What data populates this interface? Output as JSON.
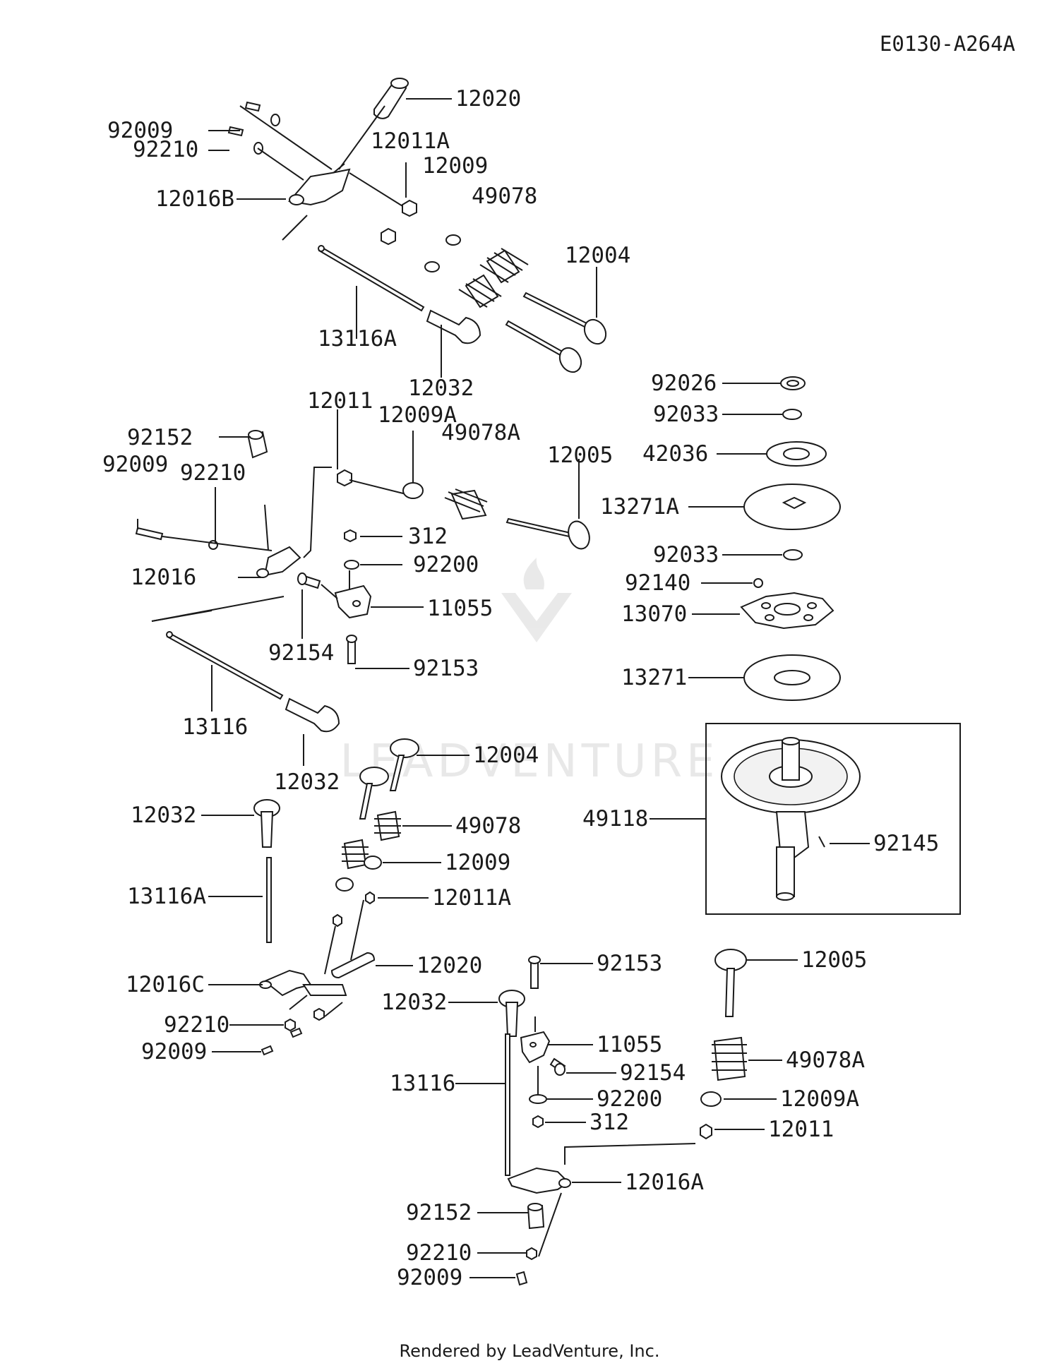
{
  "diagram_ref": "E0130-A264A",
  "footer": "Rendered by LeadVenture, Inc.",
  "watermark": "LEADVENTURE",
  "callouts": [
    {
      "id": "c1",
      "text": "12020"
    },
    {
      "id": "c2",
      "text": "92009"
    },
    {
      "id": "c3",
      "text": "92210"
    },
    {
      "id": "c4",
      "text": "12011A"
    },
    {
      "id": "c5",
      "text": "12009"
    },
    {
      "id": "c6",
      "text": "49078"
    },
    {
      "id": "c7",
      "text": "12016B"
    },
    {
      "id": "c8",
      "text": "12004"
    },
    {
      "id": "c9",
      "text": "13116A"
    },
    {
      "id": "c10",
      "text": "12032"
    },
    {
      "id": "c11",
      "text": "92026"
    },
    {
      "id": "c12",
      "text": "92033"
    },
    {
      "id": "c13",
      "text": "42036"
    },
    {
      "id": "c14",
      "text": "12011"
    },
    {
      "id": "c15",
      "text": "12009A"
    },
    {
      "id": "c16",
      "text": "49078A"
    },
    {
      "id": "c17",
      "text": "12005"
    },
    {
      "id": "c18",
      "text": "92152"
    },
    {
      "id": "c19",
      "text": "92009"
    },
    {
      "id": "c20",
      "text": "92210"
    },
    {
      "id": "c21",
      "text": "13271A"
    },
    {
      "id": "c22",
      "text": "312"
    },
    {
      "id": "c23",
      "text": "92200"
    },
    {
      "id": "c24",
      "text": "92033"
    },
    {
      "id": "c25",
      "text": "12016"
    },
    {
      "id": "c26",
      "text": "92140"
    },
    {
      "id": "c27",
      "text": "11055"
    },
    {
      "id": "c28",
      "text": "13070"
    },
    {
      "id": "c29",
      "text": "92154"
    },
    {
      "id": "c30",
      "text": "92153"
    },
    {
      "id": "c31",
      "text": "13271"
    },
    {
      "id": "c32",
      "text": "13116"
    },
    {
      "id": "c33",
      "text": "12032"
    },
    {
      "id": "c34",
      "text": "12004"
    },
    {
      "id": "c35",
      "text": "49118"
    },
    {
      "id": "c36",
      "text": "12032"
    },
    {
      "id": "c37",
      "text": "49078"
    },
    {
      "id": "c38",
      "text": "92145"
    },
    {
      "id": "c39",
      "text": "12009"
    },
    {
      "id": "c40",
      "text": "13116A"
    },
    {
      "id": "c41",
      "text": "12011A"
    },
    {
      "id": "c42",
      "text": "12020"
    },
    {
      "id": "c43",
      "text": "12016C"
    },
    {
      "id": "c44",
      "text": "92153"
    },
    {
      "id": "c45",
      "text": "12005"
    },
    {
      "id": "c46",
      "text": "92210"
    },
    {
      "id": "c47",
      "text": "12032"
    },
    {
      "id": "c48",
      "text": "92009"
    },
    {
      "id": "c49",
      "text": "11055"
    },
    {
      "id": "c50",
      "text": "13116"
    },
    {
      "id": "c51",
      "text": "92154"
    },
    {
      "id": "c52",
      "text": "49078A"
    },
    {
      "id": "c53",
      "text": "92200"
    },
    {
      "id": "c54",
      "text": "12009A"
    },
    {
      "id": "c55",
      "text": "312"
    },
    {
      "id": "c56",
      "text": "12011"
    },
    {
      "id": "c57",
      "text": "12016A"
    },
    {
      "id": "c58",
      "text": "92152"
    },
    {
      "id": "c59",
      "text": "92210"
    },
    {
      "id": "c60",
      "text": "92009"
    }
  ]
}
